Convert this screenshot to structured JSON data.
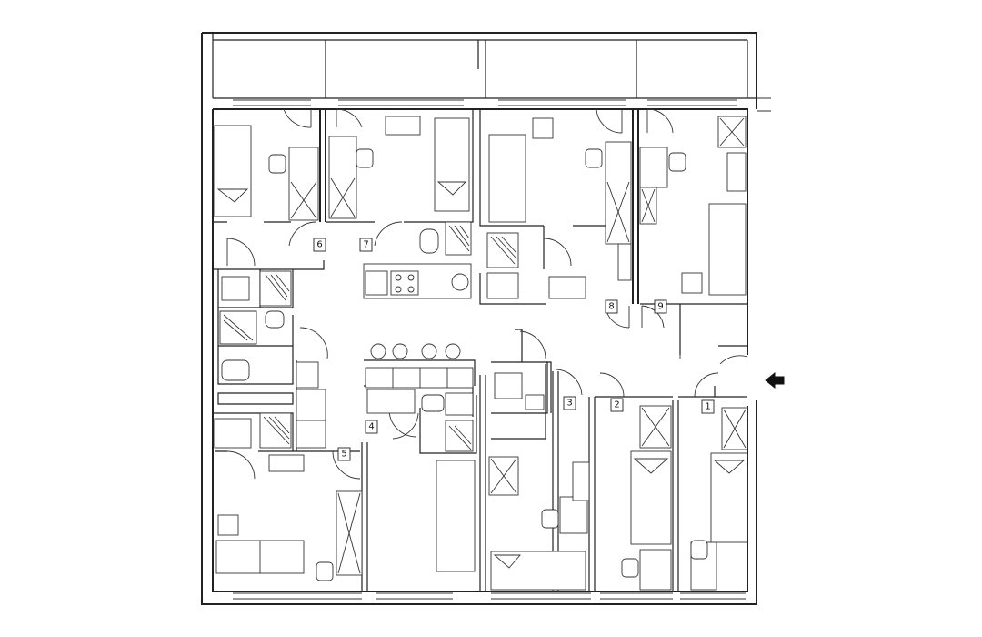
{
  "diagram": {
    "type": "floor-plan",
    "rooms": [
      {
        "id": "room-1",
        "number": "1"
      },
      {
        "id": "room-2",
        "number": "2"
      },
      {
        "id": "room-3",
        "number": "3"
      },
      {
        "id": "room-4",
        "number": "4"
      },
      {
        "id": "room-5",
        "number": "5"
      },
      {
        "id": "room-6",
        "number": "6"
      },
      {
        "id": "room-7",
        "number": "7"
      },
      {
        "id": "room-8",
        "number": "8"
      },
      {
        "id": "room-9",
        "number": "9"
      }
    ],
    "entrance": {
      "icon": "arrow-left-icon",
      "color": "#111111"
    },
    "line_color": "#222222"
  }
}
